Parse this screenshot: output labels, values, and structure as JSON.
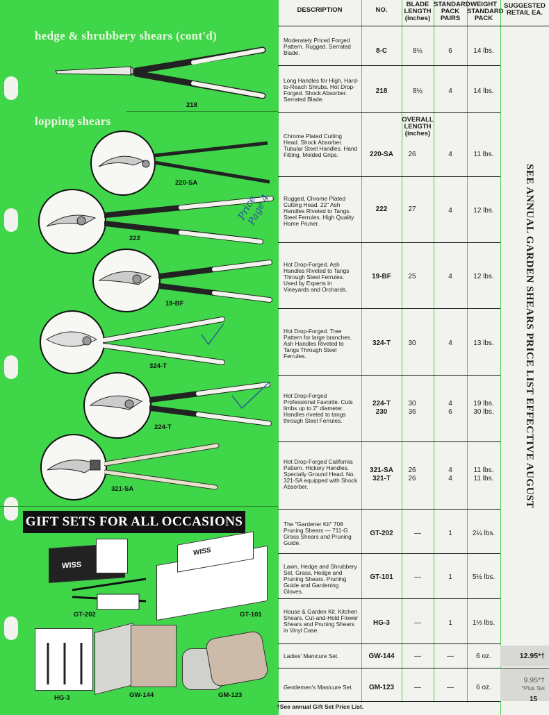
{
  "headers": {
    "description": "DESCRIPTION",
    "no": "NO.",
    "blade_length": "BLADE LENGTH (inches)",
    "standard_pack": "STANDARD PACK PAIRS",
    "weight": "WEIGHT STANDARD PACK",
    "retail": "SUGGESTED RETAIL EA.",
    "overall_length": "OVERALL LENGTH (inches)"
  },
  "sections": {
    "hedge": "hedge & shrubbery shears (cont'd)",
    "lopping": "lopping shears",
    "gift": "GIFT SETS FOR ALL OCCASIONS"
  },
  "labels": {
    "l218": "218",
    "l220sa": "220-SA",
    "l222": "222",
    "l19bf": "19-BF",
    "l324t": "324-T",
    "l224t": "224-T",
    "l321sa": "321-SA",
    "gt202": "GT-202",
    "gt101": "GT-101",
    "hg3": "HG-3",
    "gw144": "GW-144",
    "gm123": "GM-123",
    "brand": "WISS",
    "annotation": "Price Page 4"
  },
  "rows": [
    {
      "desc": "Moderately Priced Forged Pattern. Rugged. Serrated Blade.",
      "no": "8-C",
      "len": "8½",
      "pack": "6",
      "weight": "14 lbs."
    },
    {
      "desc": "Long Handles for High, Hard-to-Reach Shrubs. Hot Drop-Forged. Shock Absorber. Serrated Blade.",
      "no": "218",
      "len": "8½",
      "pack": "4",
      "weight": "14 lbs."
    },
    {
      "desc": "Chrome Plated Cutting Head. Shock Absorber. Tubular Steel Handles. Hand Fitting, Molded Grips.",
      "no": "220-SA",
      "len": "26",
      "pack": "4",
      "weight": "11 lbs."
    },
    {
      "desc": "Rugged, Chrome Plated Cutting Head. 22\" Ash Handles Riveted to Tangs. Steel Ferrules. High Quality Home Pruner.",
      "no": "222",
      "len": "27",
      "pack": "4",
      "weight": "12 lbs."
    },
    {
      "desc": "Hot Drop-Forged. Ash Handles Riveted to Tangs Through Steel Ferrules. Used by Experts in Vineyards and Orchards.",
      "no": "19-BF",
      "len": "25",
      "pack": "4",
      "weight": "12 lbs."
    },
    {
      "desc": "Hot Drop-Forged. Tree Pattern for large branches. Ash Handles Riveted to Tangs Through Steel Ferrules.",
      "no": "324-T",
      "len": "30",
      "pack": "4",
      "weight": "13 lbs."
    },
    {
      "desc": "Hot Drop-Forged Professional Favorite. Cuts limbs up to 2\" diameter. Handles riveted to tangs through Steel Ferrules.",
      "no": "224-T\n230",
      "len": "30\n36",
      "pack": "4\n6",
      "weight": "19 lbs.\n30 lbs."
    },
    {
      "desc": "Hot Drop-Forged California Pattern. Hickory Handles. Specially Ground Head. No. 321-SA equipped with Shock Absorber.",
      "no": "321-SA\n321-T",
      "len": "26\n26",
      "pack": "4\n4",
      "weight": "11 lbs.\n11 lbs."
    },
    {
      "desc": "The \"Gardener Kit\" 708 Pruning Shears — 711-G Grass Shears and Pruning Guide.",
      "no": "GT-202",
      "len": "—",
      "pack": "1",
      "weight": "2¼ lbs."
    },
    {
      "desc": "Lawn, Hedge and Shrubbery Set. Grass, Hedge and Pruning Shears. Pruning Guide and Gardening Gloves.",
      "no": "GT-101",
      "len": "—",
      "pack": "1",
      "weight": "5½ lbs."
    },
    {
      "desc": "House & Garden Kit. Kitchen Shears. Cut-and-Hold Flower Shears and Pruning Shears in Vinyl Case.",
      "no": "HG-3",
      "len": "—",
      "pack": "1",
      "weight": "1⅓ lbs."
    },
    {
      "desc": "Ladies' Manicure Set.",
      "no": "GW-144",
      "len": "—",
      "pack": "—",
      "weight": "6 oz."
    },
    {
      "desc": "Gentlemen's Manicure Set.",
      "no": "GM-123",
      "len": "—",
      "pack": "—",
      "weight": "6 oz."
    }
  ],
  "prices": {
    "gw144": "12.95*†",
    "gm123": "9.95*†",
    "plus_tax": "*Plus Tax"
  },
  "footer": {
    "note": "†See annual Gift Set Price List.",
    "page": "15"
  },
  "side_text": "SEE ANNUAL GARDEN SHEARS PRICE LIST EFFECTIVE AUGUST"
}
